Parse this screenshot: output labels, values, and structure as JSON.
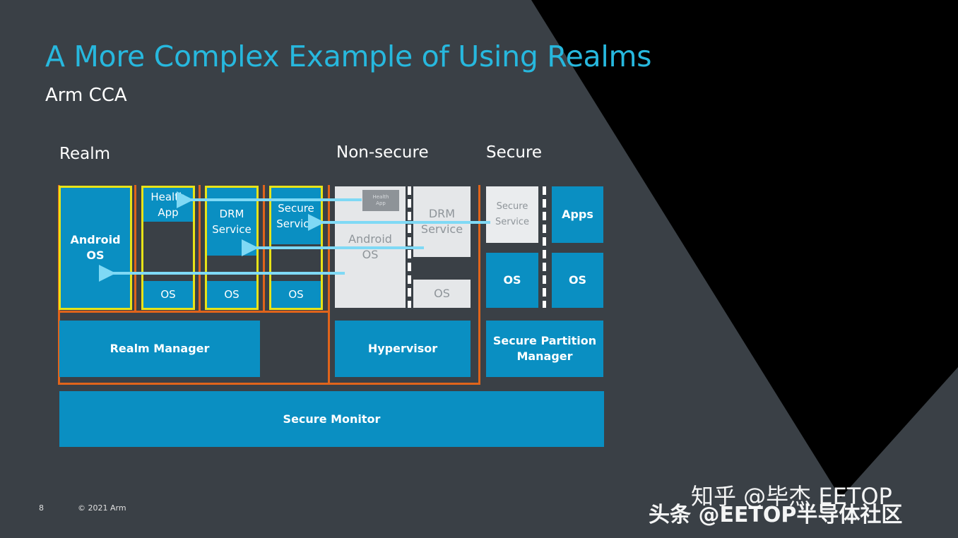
{
  "slide": {
    "title": "A More Complex Example of Using Realms",
    "subtitle": "Arm CCA",
    "page_number": "8",
    "copyright": "© 2021 Arm"
  },
  "sections": {
    "realm": "Realm",
    "non_secure": "Non-secure",
    "secure": "Secure"
  },
  "realm": {
    "android_os": "Android\nOS",
    "health_app": "Health\nApp",
    "drm_service": "DRM\nService",
    "secure_service": "Secure\nService",
    "os1": "OS",
    "os2": "OS",
    "os3": "OS",
    "realm_manager": "Realm Manager"
  },
  "non_secure": {
    "health_app": "Health\nApp",
    "android_os": "Android\nOS",
    "drm_service": "DRM\nService",
    "os": "OS",
    "hypervisor": "Hypervisor"
  },
  "secure": {
    "secure_service": "Secure\nService",
    "apps": "Apps",
    "os1": "OS",
    "os2": "OS",
    "spm": "Secure Partition\nManager"
  },
  "secure_monitor": "Secure Monitor",
  "watermark": {
    "line1": "知乎 @毕杰 EETOP",
    "line2": "头条 @EETOP半导体社区"
  },
  "colors": {
    "title": "#27b8de",
    "component_blue": "#0a8fc2",
    "realm_border": "#e8e317",
    "world_border": "#e0641b",
    "arrow": "#7fd9f5"
  }
}
